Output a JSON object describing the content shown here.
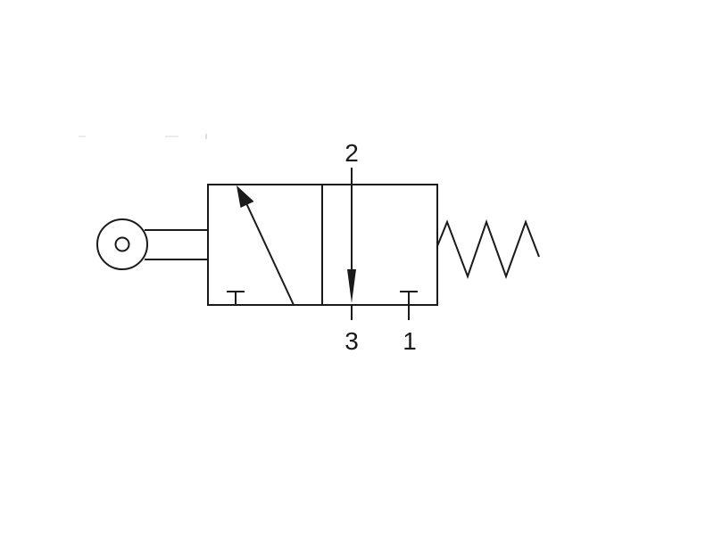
{
  "ports": {
    "top": "2",
    "bottom_left": "3",
    "bottom_right": "1"
  },
  "icons": {
    "actuator": "roller-lever-icon",
    "return": "spring-icon",
    "left_flow": "diagonal-flow-arrow-icon",
    "right_flow": "vertical-flow-arrow-icon",
    "blocked": "blocked-port-icon"
  },
  "colors": {
    "line": "#1a1a1a",
    "background": "#ffffff"
  }
}
